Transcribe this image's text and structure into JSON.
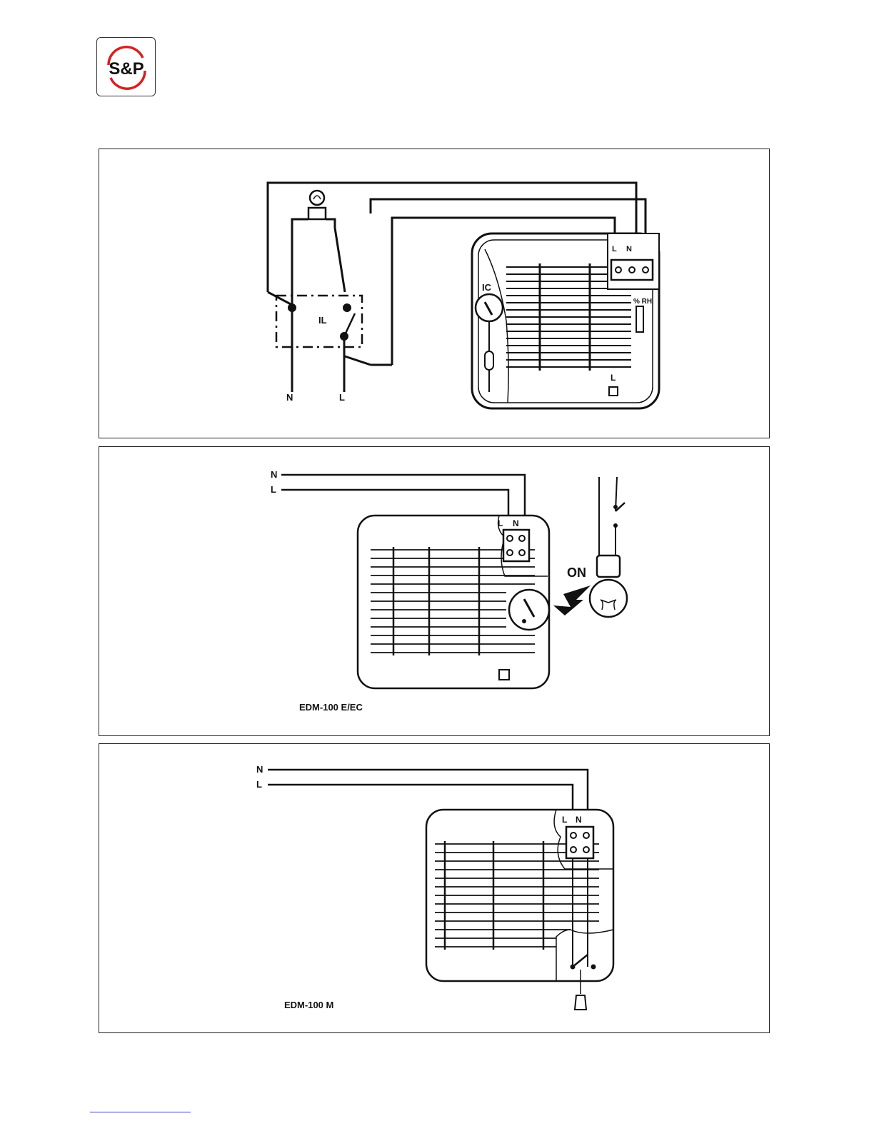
{
  "logo": {
    "text": "S&P",
    "accent_color": "#d62020"
  },
  "diagram1": {
    "labels": {
      "n": "N",
      "l": "L",
      "il": "IL",
      "ic": "IC",
      "term_l": "L",
      "term_n": "N",
      "rh": "% RH",
      "pilot": "L"
    }
  },
  "diagram2": {
    "labels": {
      "n": "N",
      "l": "L",
      "term_l": "L",
      "term_n": "N",
      "on": "ON"
    },
    "caption": "EDM-100 E/EC"
  },
  "diagram3": {
    "labels": {
      "n": "N",
      "l": "L",
      "term_l": "L",
      "term_n": "N"
    },
    "caption": "EDM-100 M"
  },
  "colors": {
    "line": "#111111",
    "frame": "#222222",
    "footer_link": "#3a3ad0"
  }
}
